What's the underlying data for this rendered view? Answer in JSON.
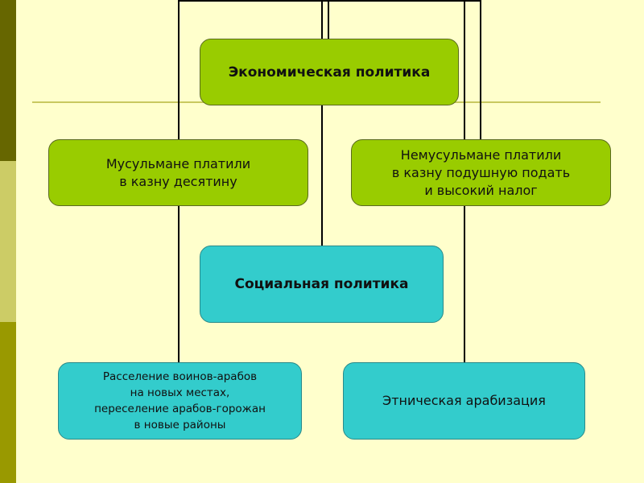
{
  "colors": {
    "background": "#ffffcc",
    "economic": "#99cc00",
    "social": "#33cccc",
    "stripe_top": "#666600",
    "stripe_mid": "#cccc66",
    "stripe_bottom": "#999900"
  },
  "economic": {
    "title": "Экономическая политика",
    "muslims": "Мусульмане платили\nв казну десятину",
    "non_muslims": "Немусульмане платили\nв казну подушную подать\nи высокий налог"
  },
  "social": {
    "title": "Социальная политика",
    "resettlement": "Расселение воинов-арабов\nна новых местах,\nпереселение арабов-горожан\nв новые районы",
    "arabization": "Этническая арабизация"
  }
}
